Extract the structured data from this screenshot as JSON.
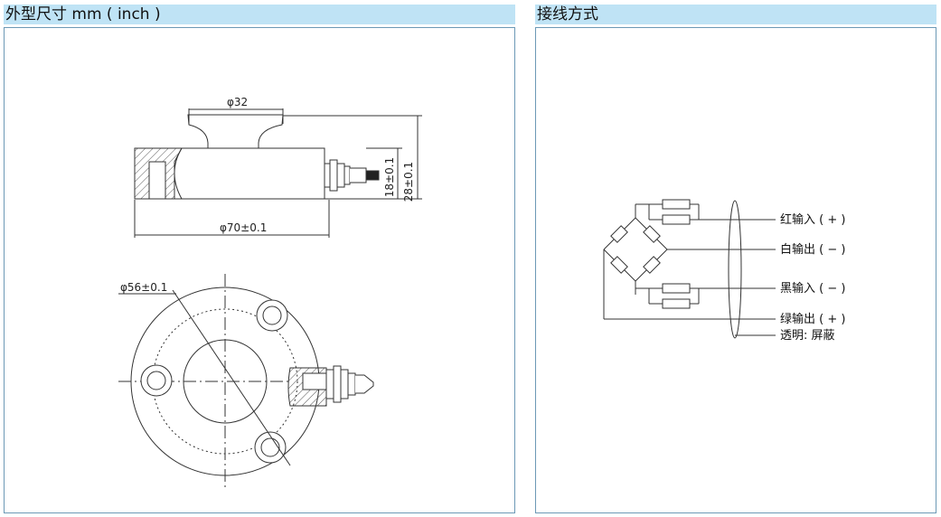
{
  "left_panel": {
    "title": "外型尺寸 mm ( inch )"
  },
  "right_panel": {
    "title": "接线方式"
  },
  "drawing": {
    "side_view": {
      "top_diameter": "φ32",
      "base_diameter": "φ70±0.1",
      "height_total": "28±0.1",
      "height_body": "18±0.1"
    },
    "top_view": {
      "bolt_circle": "φ56±0.1"
    }
  },
  "wiring": {
    "labels": [
      "红输入 ( + )",
      "白输出 ( − )",
      "黑输入 ( − )",
      "绿输出 ( + )",
      "透明: 屏蔽"
    ]
  }
}
